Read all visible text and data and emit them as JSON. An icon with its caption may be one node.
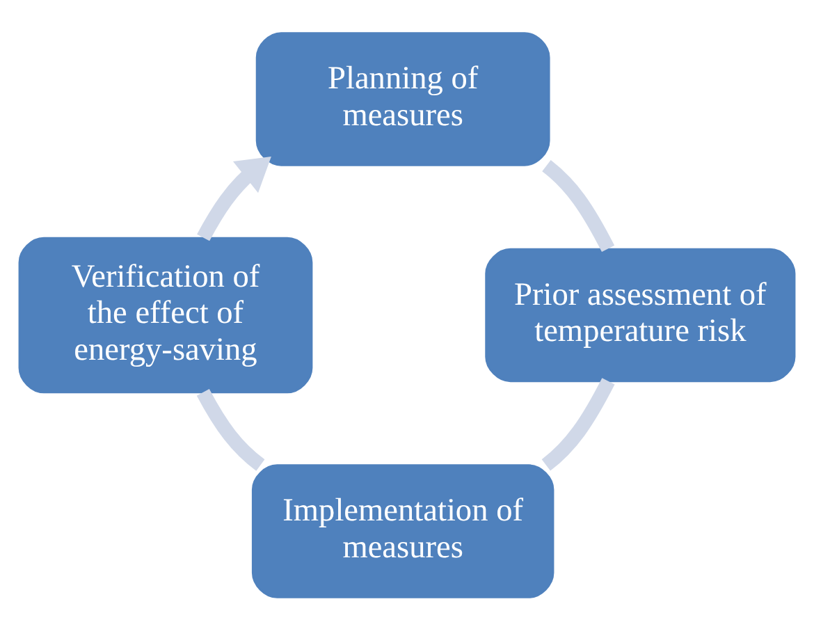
{
  "diagram": {
    "nodes": [
      {
        "text": [
          "Planning of measures"
        ]
      },
      {
        "text": [
          "Prior assessment of temperature risk"
        ]
      },
      {
        "text": [
          "Implementation of measures"
        ]
      },
      {
        "text": [
          "Verification of the effect of energy-saving"
        ]
      }
    ],
    "edges": [
      {
        "from": 0,
        "to": 1,
        "arrow": "none"
      },
      {
        "from": 1,
        "to": 2,
        "arrow": "none"
      },
      {
        "from": 2,
        "to": 3,
        "arrow": "none"
      },
      {
        "from": 3,
        "to": 0,
        "arrow": "to"
      }
    ]
  }
}
